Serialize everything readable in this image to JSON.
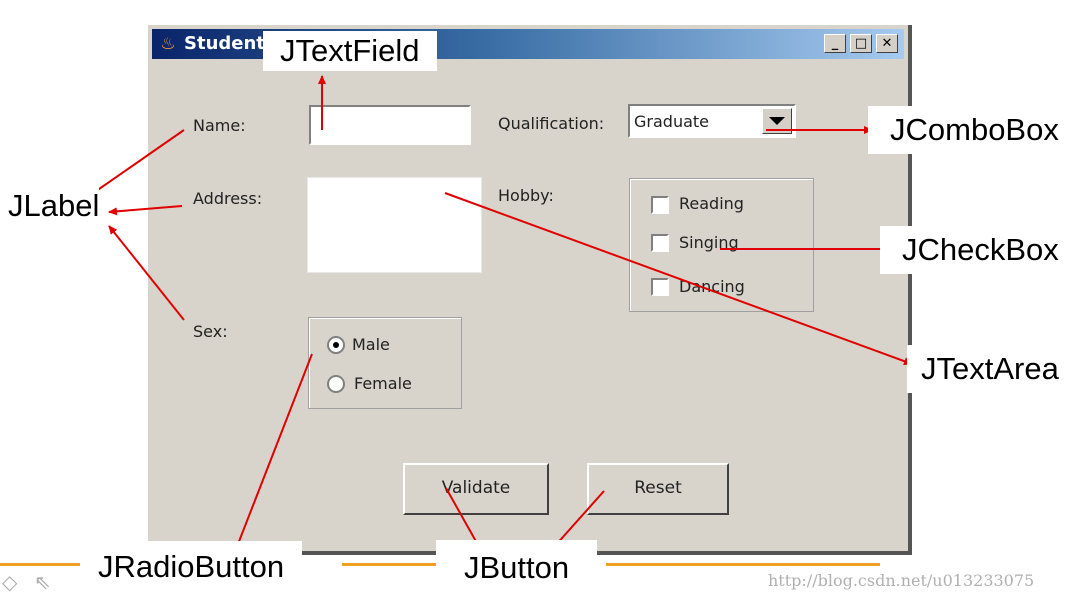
{
  "window": {
    "title": "Student",
    "app_icon": "java-cup-icon",
    "controls": {
      "minimize": "_",
      "maximize": "□",
      "close": "✕"
    }
  },
  "form": {
    "name_label": "Name:",
    "name_value": "",
    "qualification_label": "Qualification:",
    "qualification_value": "Graduate",
    "address_label": "Address:",
    "address_value": "",
    "hobby_label": "Hobby:",
    "hobbies": [
      {
        "label": "Reading",
        "checked": false
      },
      {
        "label": "Singing",
        "checked": false
      },
      {
        "label": "Dancing",
        "checked": false
      }
    ],
    "sex_label": "Sex:",
    "sex_options": [
      {
        "label": "Male",
        "selected": true
      },
      {
        "label": "Female",
        "selected": false
      }
    ],
    "validate_label": "Validate",
    "reset_label": "Reset"
  },
  "annotations": {
    "jtextfield": "JTextField",
    "jcombobox": "JComboBox",
    "jlabel": "JLabel",
    "jcheckbox": "JCheckBox",
    "jtextarea": "JTextArea",
    "jradiobutton": "JRadioButton",
    "jbutton": "JButton"
  },
  "arrow_color": "#e00000",
  "watermark": "http://blog.csdn.net/u013233075"
}
